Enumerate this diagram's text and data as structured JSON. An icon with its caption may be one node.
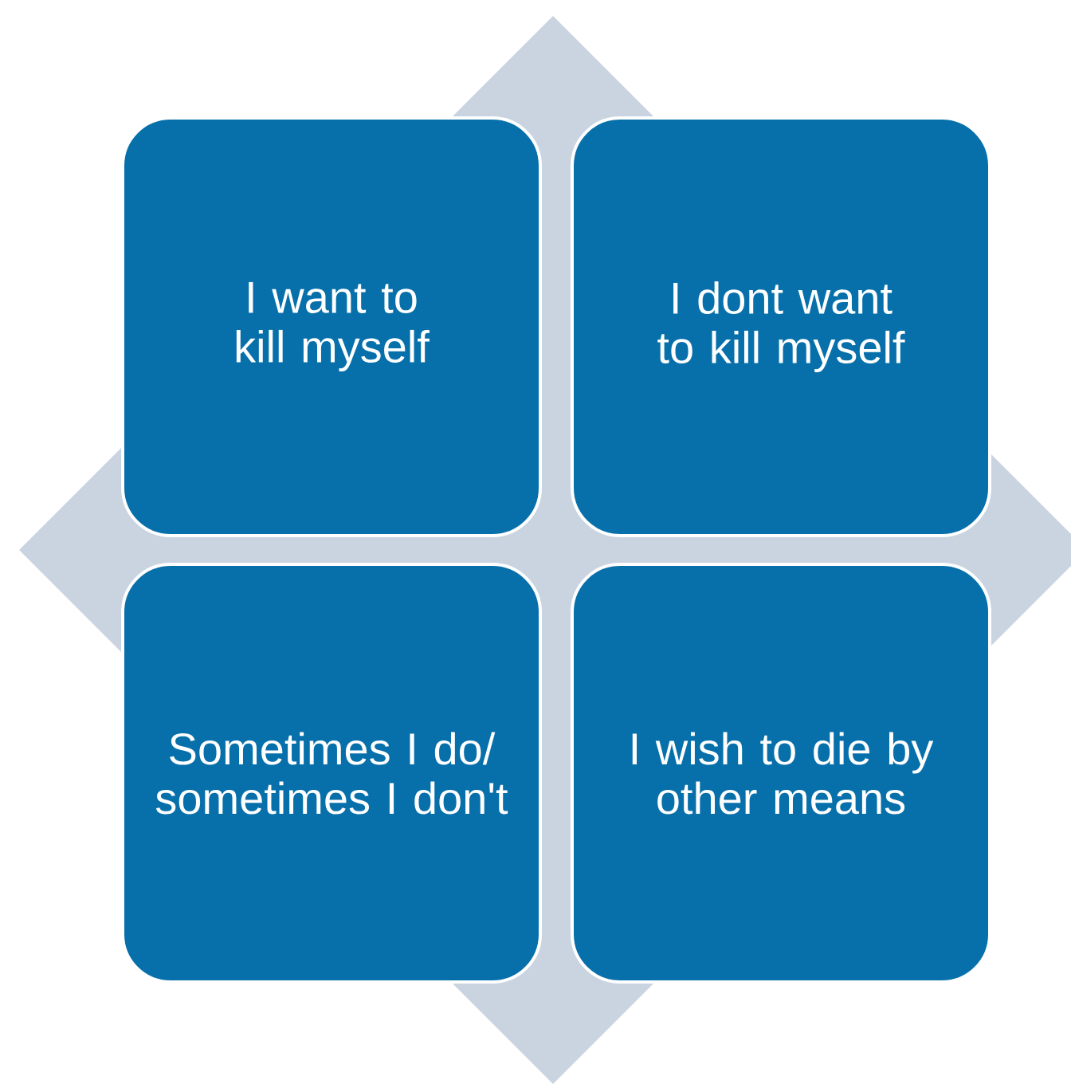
{
  "diagram": {
    "nodes": [
      {
        "text": [
          "I want to kill myself"
        ]
      },
      {
        "text": [
          "I dont want to kill myself"
        ]
      },
      {
        "text": [
          "Sometimes I do/ sometimes I don't"
        ]
      },
      {
        "text": [
          "I wish to die by other means"
        ]
      }
    ]
  }
}
